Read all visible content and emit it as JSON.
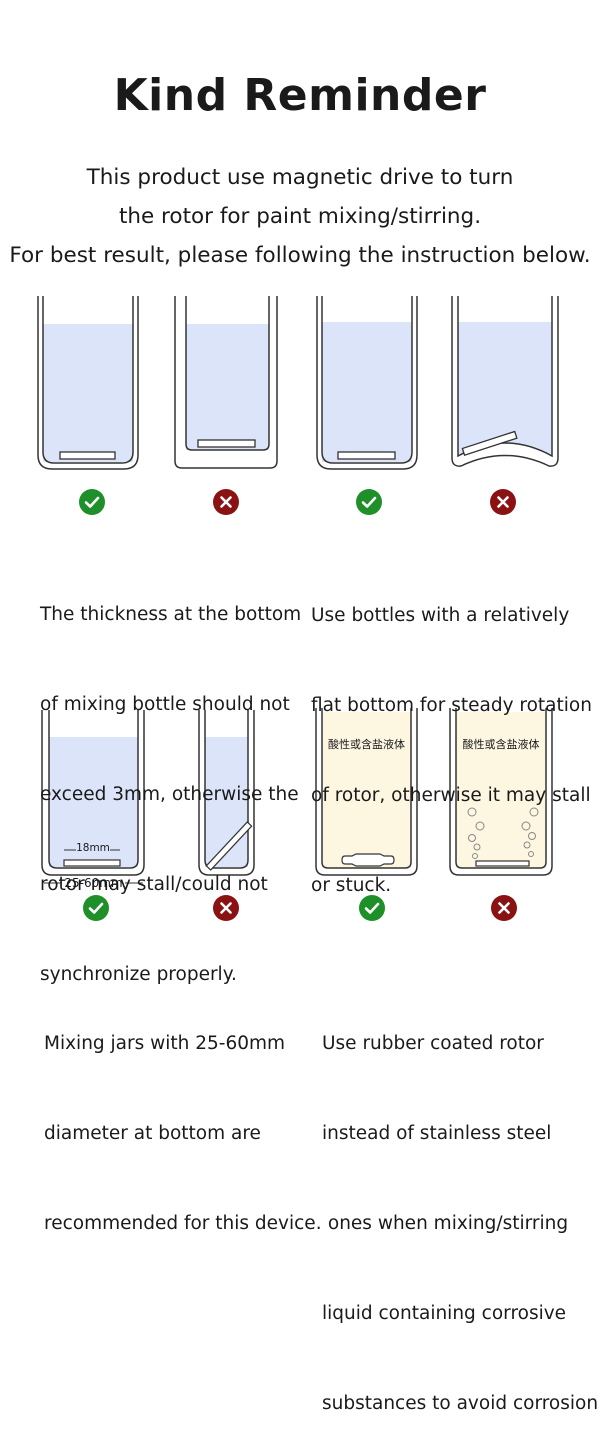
{
  "title": "Kind Reminder",
  "intro": [
    "This product use magnetic drive to turn",
    "the rotor for paint mixing/stirring.",
    "For best result, please following the instruction below."
  ],
  "sections": [
    {
      "caption": [
        "The thickness at the bottom",
        "of mixing bottle should not",
        "exceed 3mm, otherwise the",
        "rotor may stall/could not",
        "synchronize properly."
      ]
    },
    {
      "caption": [
        "Use bottles with a relatively",
        "flat bottom for steady rotation",
        "of rotor, otherwise it may stall",
        "or stuck."
      ]
    },
    {
      "caption": [
        "Mixing jars with 25-60mm",
        "diameter at bottom are",
        "recommended for this device."
      ],
      "rotor_label": "18mm",
      "diameter_label": "25-60mm"
    },
    {
      "caption": [
        "Use rubber coated rotor",
        "instead of stainless steel",
        " ones when mixing/stirring",
        "liquid containing corrosive",
        "substances to avoid corrosion."
      ],
      "bottle_label": "酸性或含盐液体"
    }
  ],
  "colors": {
    "liquid": "#dce4fa",
    "acid_liquid": "#fdf6e1",
    "ok": "#1f8f2a",
    "bad": "#8b1212",
    "outline": "#333333"
  },
  "icons": {
    "ok": "check-icon",
    "bad": "cross-icon"
  }
}
